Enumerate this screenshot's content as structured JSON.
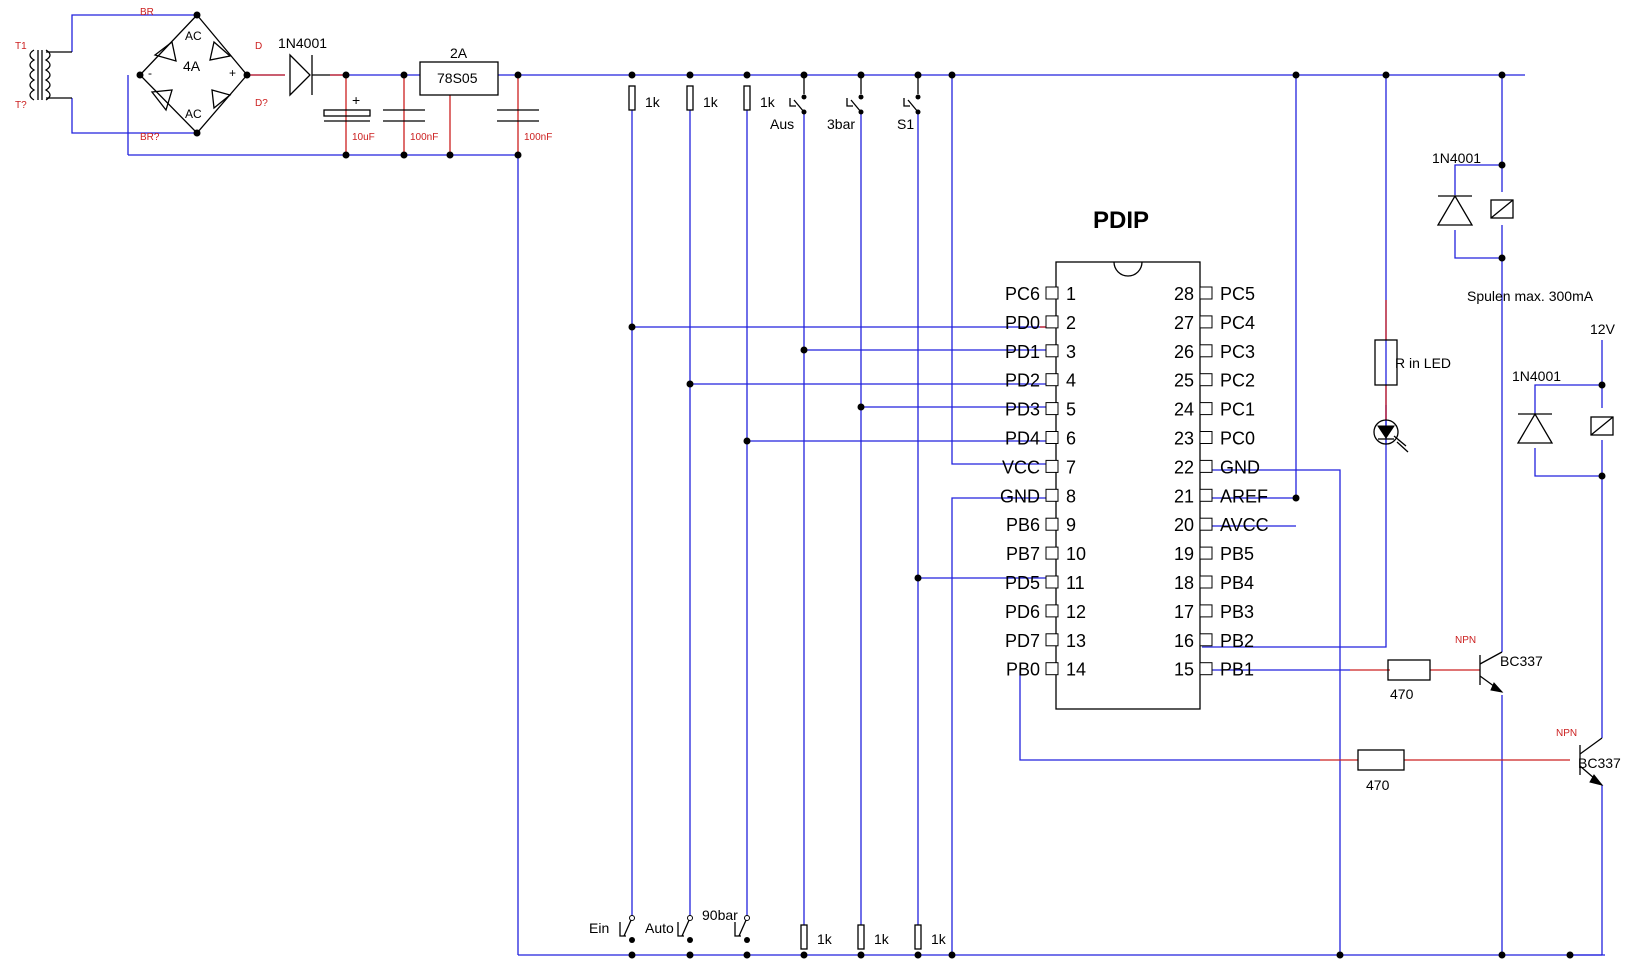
{
  "labels": {
    "tr_top": "T1",
    "tr_bottom": "T?",
    "br_top": "BR",
    "br_bottom": "BR?",
    "d_top": "D",
    "d_bottom": "D?",
    "ac_top": "AC",
    "ac_bottom": "AC",
    "bridge_rating": "4A",
    "plus_sign": "+",
    "minus_sign": "-",
    "cap_plus": "+",
    "diode_in": "1N4001",
    "reg_rating": "2A",
    "reg_name": "78S05",
    "c1": "10uF",
    "c2": "100nF",
    "c3": "100nF",
    "r_1k": "1k",
    "sw_aus": "Aus",
    "sw_3bar": "3bar",
    "sw_s1": "S1",
    "sw_ein": "Ein",
    "sw_auto": "Auto",
    "sw_90bar": "90bar",
    "chip_title": "PDIP",
    "relay_diode": "1N4001",
    "coil_note": "Spulen max. 300mA",
    "v12": "12V",
    "led_res": "R in LED",
    "r470": "470",
    "npn": "NPN",
    "bc337": "BC337"
  },
  "chip": {
    "left_pins": [
      {
        "name": "PC6",
        "num": "1"
      },
      {
        "name": "PD0",
        "num": "2"
      },
      {
        "name": "PD1",
        "num": "3"
      },
      {
        "name": "PD2",
        "num": "4"
      },
      {
        "name": "PD3",
        "num": "5"
      },
      {
        "name": "PD4",
        "num": "6"
      },
      {
        "name": "VCC",
        "num": "7"
      },
      {
        "name": "GND",
        "num": "8"
      },
      {
        "name": "PB6",
        "num": "9"
      },
      {
        "name": "PB7",
        "num": "10"
      },
      {
        "name": "PD5",
        "num": "11"
      },
      {
        "name": "PD6",
        "num": "12"
      },
      {
        "name": "PD7",
        "num": "13"
      },
      {
        "name": "PB0",
        "num": "14"
      }
    ],
    "right_pins": [
      {
        "name": "PC5",
        "num": "28"
      },
      {
        "name": "PC4",
        "num": "27"
      },
      {
        "name": "PC3",
        "num": "26"
      },
      {
        "name": "PC2",
        "num": "25"
      },
      {
        "name": "PC1",
        "num": "24"
      },
      {
        "name": "PC0",
        "num": "23"
      },
      {
        "name": "GND",
        "num": "22"
      },
      {
        "name": "AREF",
        "num": "21"
      },
      {
        "name": "AVCC",
        "num": "20"
      },
      {
        "name": "PB5",
        "num": "19"
      },
      {
        "name": "PB4",
        "num": "18"
      },
      {
        "name": "PB3",
        "num": "17"
      },
      {
        "name": "PB2",
        "num": "16"
      },
      {
        "name": "PB1",
        "num": "15"
      }
    ]
  },
  "colors": {
    "wire": "#2222dd",
    "lead": "#cc2020",
    "component": "#000000"
  }
}
